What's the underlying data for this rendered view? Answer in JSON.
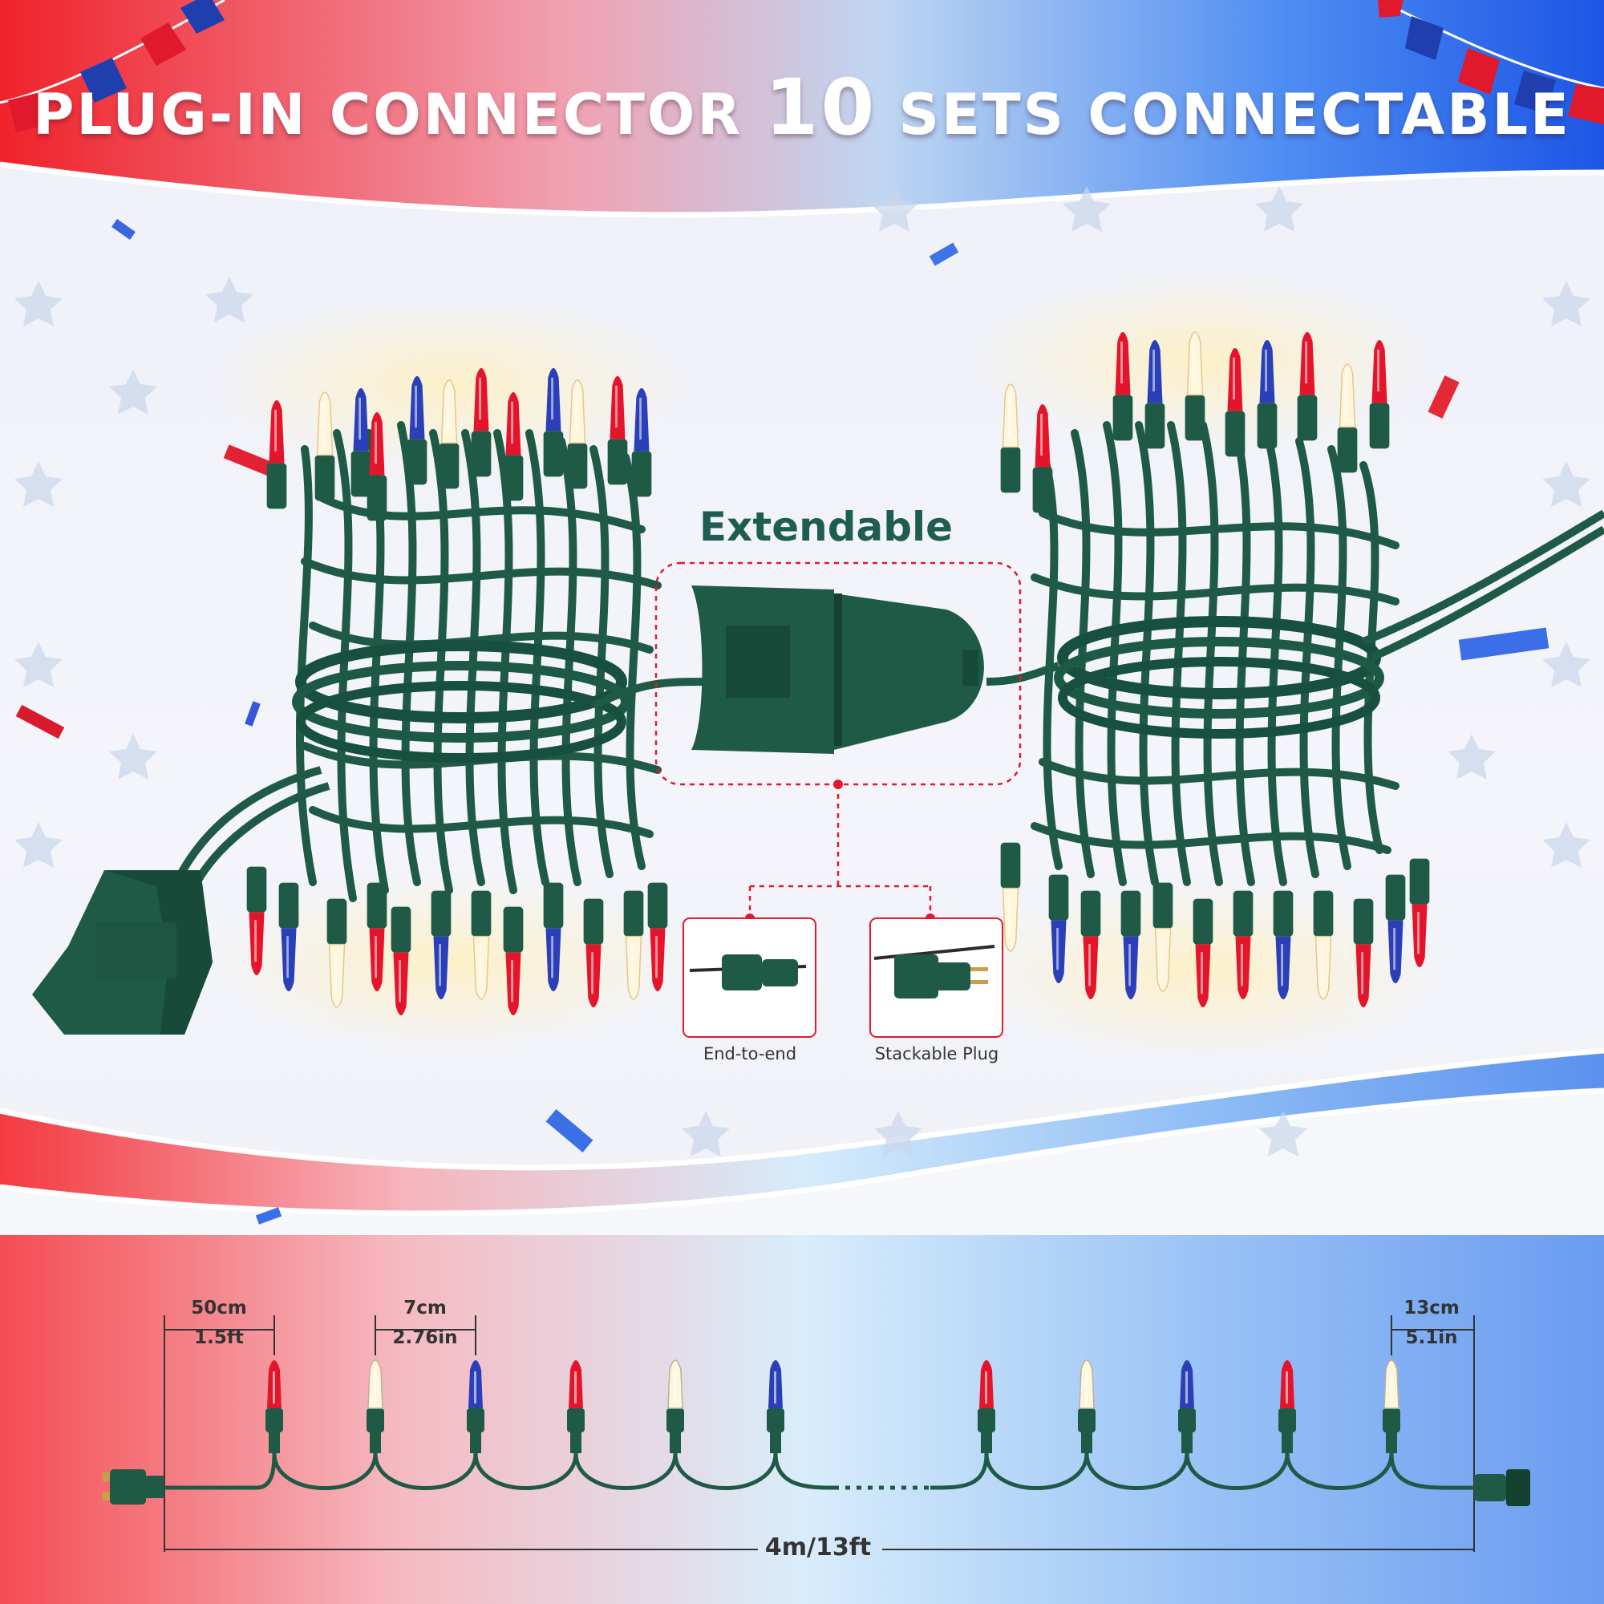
{
  "headline": {
    "part1": "PLUG-IN CONNECTOR",
    "number": "10",
    "part2": "SETS CONNECTABLE"
  },
  "extendable_label": "Extendable",
  "insets": [
    {
      "caption": "End-to-end"
    },
    {
      "caption": "Stackable Plug"
    }
  ],
  "diagram": {
    "lead_top": "50cm",
    "lead_bottom": "1.5ft",
    "spacing_top": "7cm",
    "spacing_bottom": "2.76in",
    "tail_top": "13cm",
    "tail_bottom": "5.1in",
    "total_length": "4m/13ft",
    "bulb_colors": [
      "red",
      "clear",
      "blue",
      "red",
      "clear",
      "blue",
      "red",
      "clear",
      "blue",
      "red",
      "clear"
    ]
  },
  "colors": {
    "red": "#e4142b",
    "blue": "#2a3fb8",
    "clear": "#fff6dc",
    "wire": "#1e5a46",
    "accent": "#e3182d"
  }
}
